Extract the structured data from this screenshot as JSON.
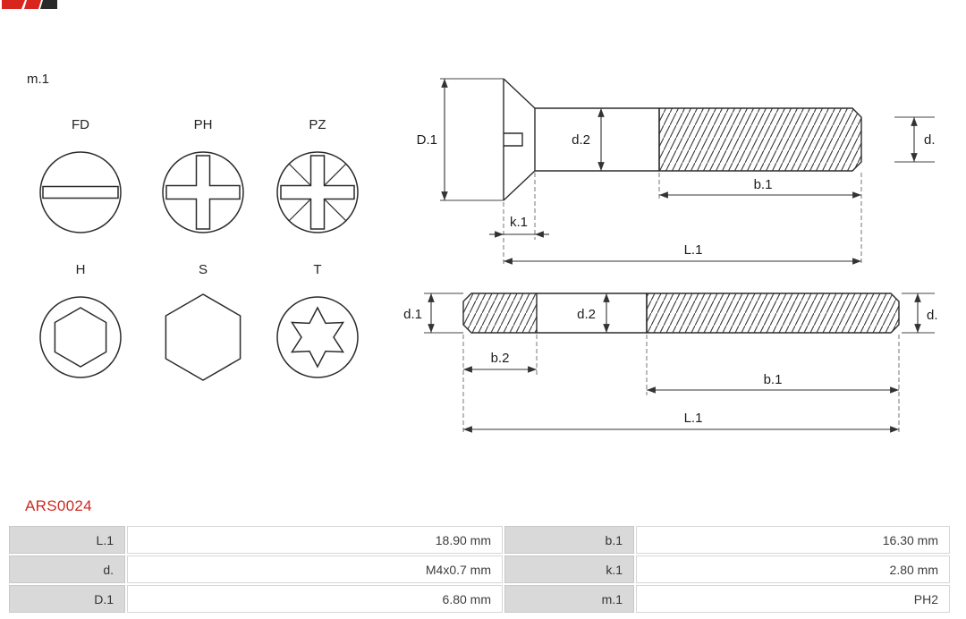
{
  "brand": {
    "logo_icon": "as-pl-logo"
  },
  "module_label": "m.1",
  "product_code": "ARS0024",
  "drive_types": {
    "fd": "FD",
    "ph": "PH",
    "pz": "PZ",
    "h": "H",
    "s": "S",
    "t": "T"
  },
  "dimensions": {
    "top_screw": {
      "D1": "D.1",
      "d2": "d.2",
      "d": "d.",
      "b1": "b.1",
      "k1": "k.1",
      "L1": "L.1"
    },
    "bottom_screw": {
      "d1": "d.1",
      "d2": "d.2",
      "d": "d.",
      "b2": "b.2",
      "b1": "b.1",
      "L1": "L.1"
    }
  },
  "spec_table": {
    "rows": [
      {
        "label_left": "L.1",
        "value_left": "18.90 mm",
        "label_right": "b.1",
        "value_right": "16.30 mm"
      },
      {
        "label_left": "d.",
        "value_left": "M4x0.7 mm",
        "label_right": "k.1",
        "value_right": "2.80 mm"
      },
      {
        "label_left": "D.1",
        "value_left": "6.80 mm",
        "label_right": "m.1",
        "value_right": "PH2"
      }
    ]
  }
}
